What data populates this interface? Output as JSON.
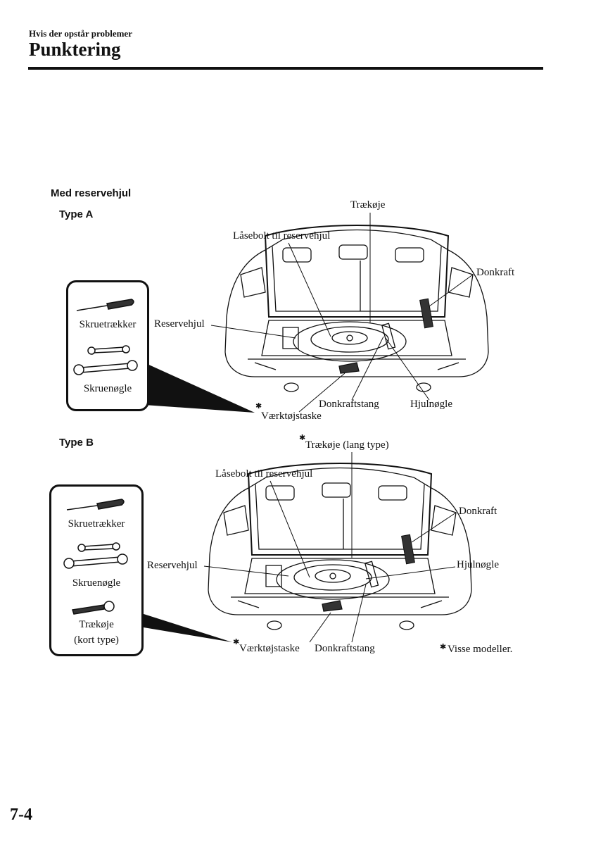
{
  "header": {
    "breadcrumb": "Hvis der opstår problemer",
    "title": "Punktering"
  },
  "section": {
    "heading": "Med reservehjul",
    "type_a": {
      "label": "Type A",
      "tools": [
        "Skruetrækker",
        "Skruenøgle"
      ],
      "callouts": {
        "tow_hook": "Trækøje",
        "lock_bolt": "Låsebolt til reservehjul",
        "jack": "Donkraft",
        "spare_wheel": "Reservehjul",
        "tool_bag_mark": "✱",
        "tool_bag": "Værktøjstaske",
        "jack_handle": "Donkraftstang",
        "lug_wrench": "Hjulnøgle"
      }
    },
    "type_b": {
      "label": "Type B",
      "tools": [
        "Skruetrækker",
        "Skruenøgle",
        "Trækøje",
        "(kort type)"
      ],
      "callouts": {
        "tow_hook_mark": "✱",
        "tow_hook_long": "Trækøje (lang type)",
        "lock_bolt": "Låsebolt til reservehjul",
        "jack": "Donkraft",
        "spare_wheel": "Reservehjul",
        "lug_wrench": "Hjulnøgle",
        "tool_bag_mark": "✱",
        "tool_bag": "Værktøjstaske",
        "jack_handle": "Donkraftstang"
      },
      "footnote_mark": "✱",
      "footnote": "Visse modeller."
    }
  },
  "footer": {
    "page_number": "7-4"
  },
  "icons": [
    "screwdriver-icon",
    "wrench-icon",
    "tow-hook-icon",
    "car-rear-illustration"
  ]
}
